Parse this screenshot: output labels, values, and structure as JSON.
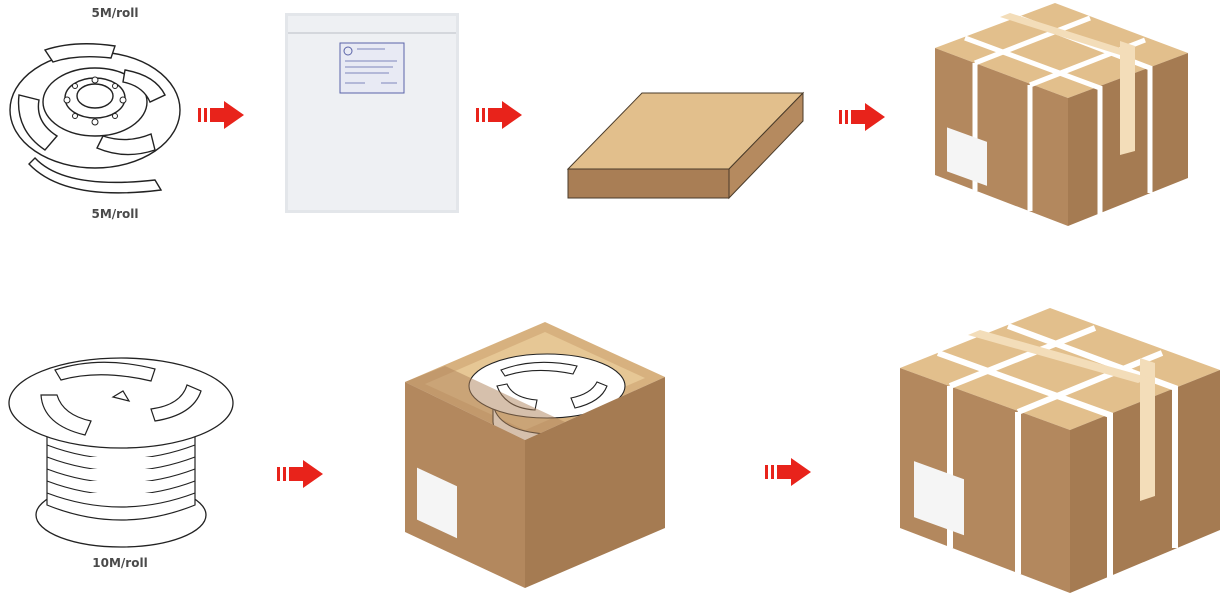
{
  "row1": {
    "top_label": "5M/roll",
    "bottom_label": "5M/roll"
  },
  "row2": {
    "label": "10M/roll"
  },
  "colors": {
    "arrow": "#e8231b",
    "cardboard_top": "#e2bf8c",
    "cardboard_left": "#b3885e",
    "cardboard_right": "#a57b52",
    "tape": "#f3ddb9",
    "bag": "#eef0f3"
  },
  "icons": [
    "reel-icon",
    "arrow-right-icon",
    "poly-bag-icon",
    "flat-box-icon",
    "carton-box-icon",
    "large-reel-icon",
    "open-box-icon"
  ]
}
